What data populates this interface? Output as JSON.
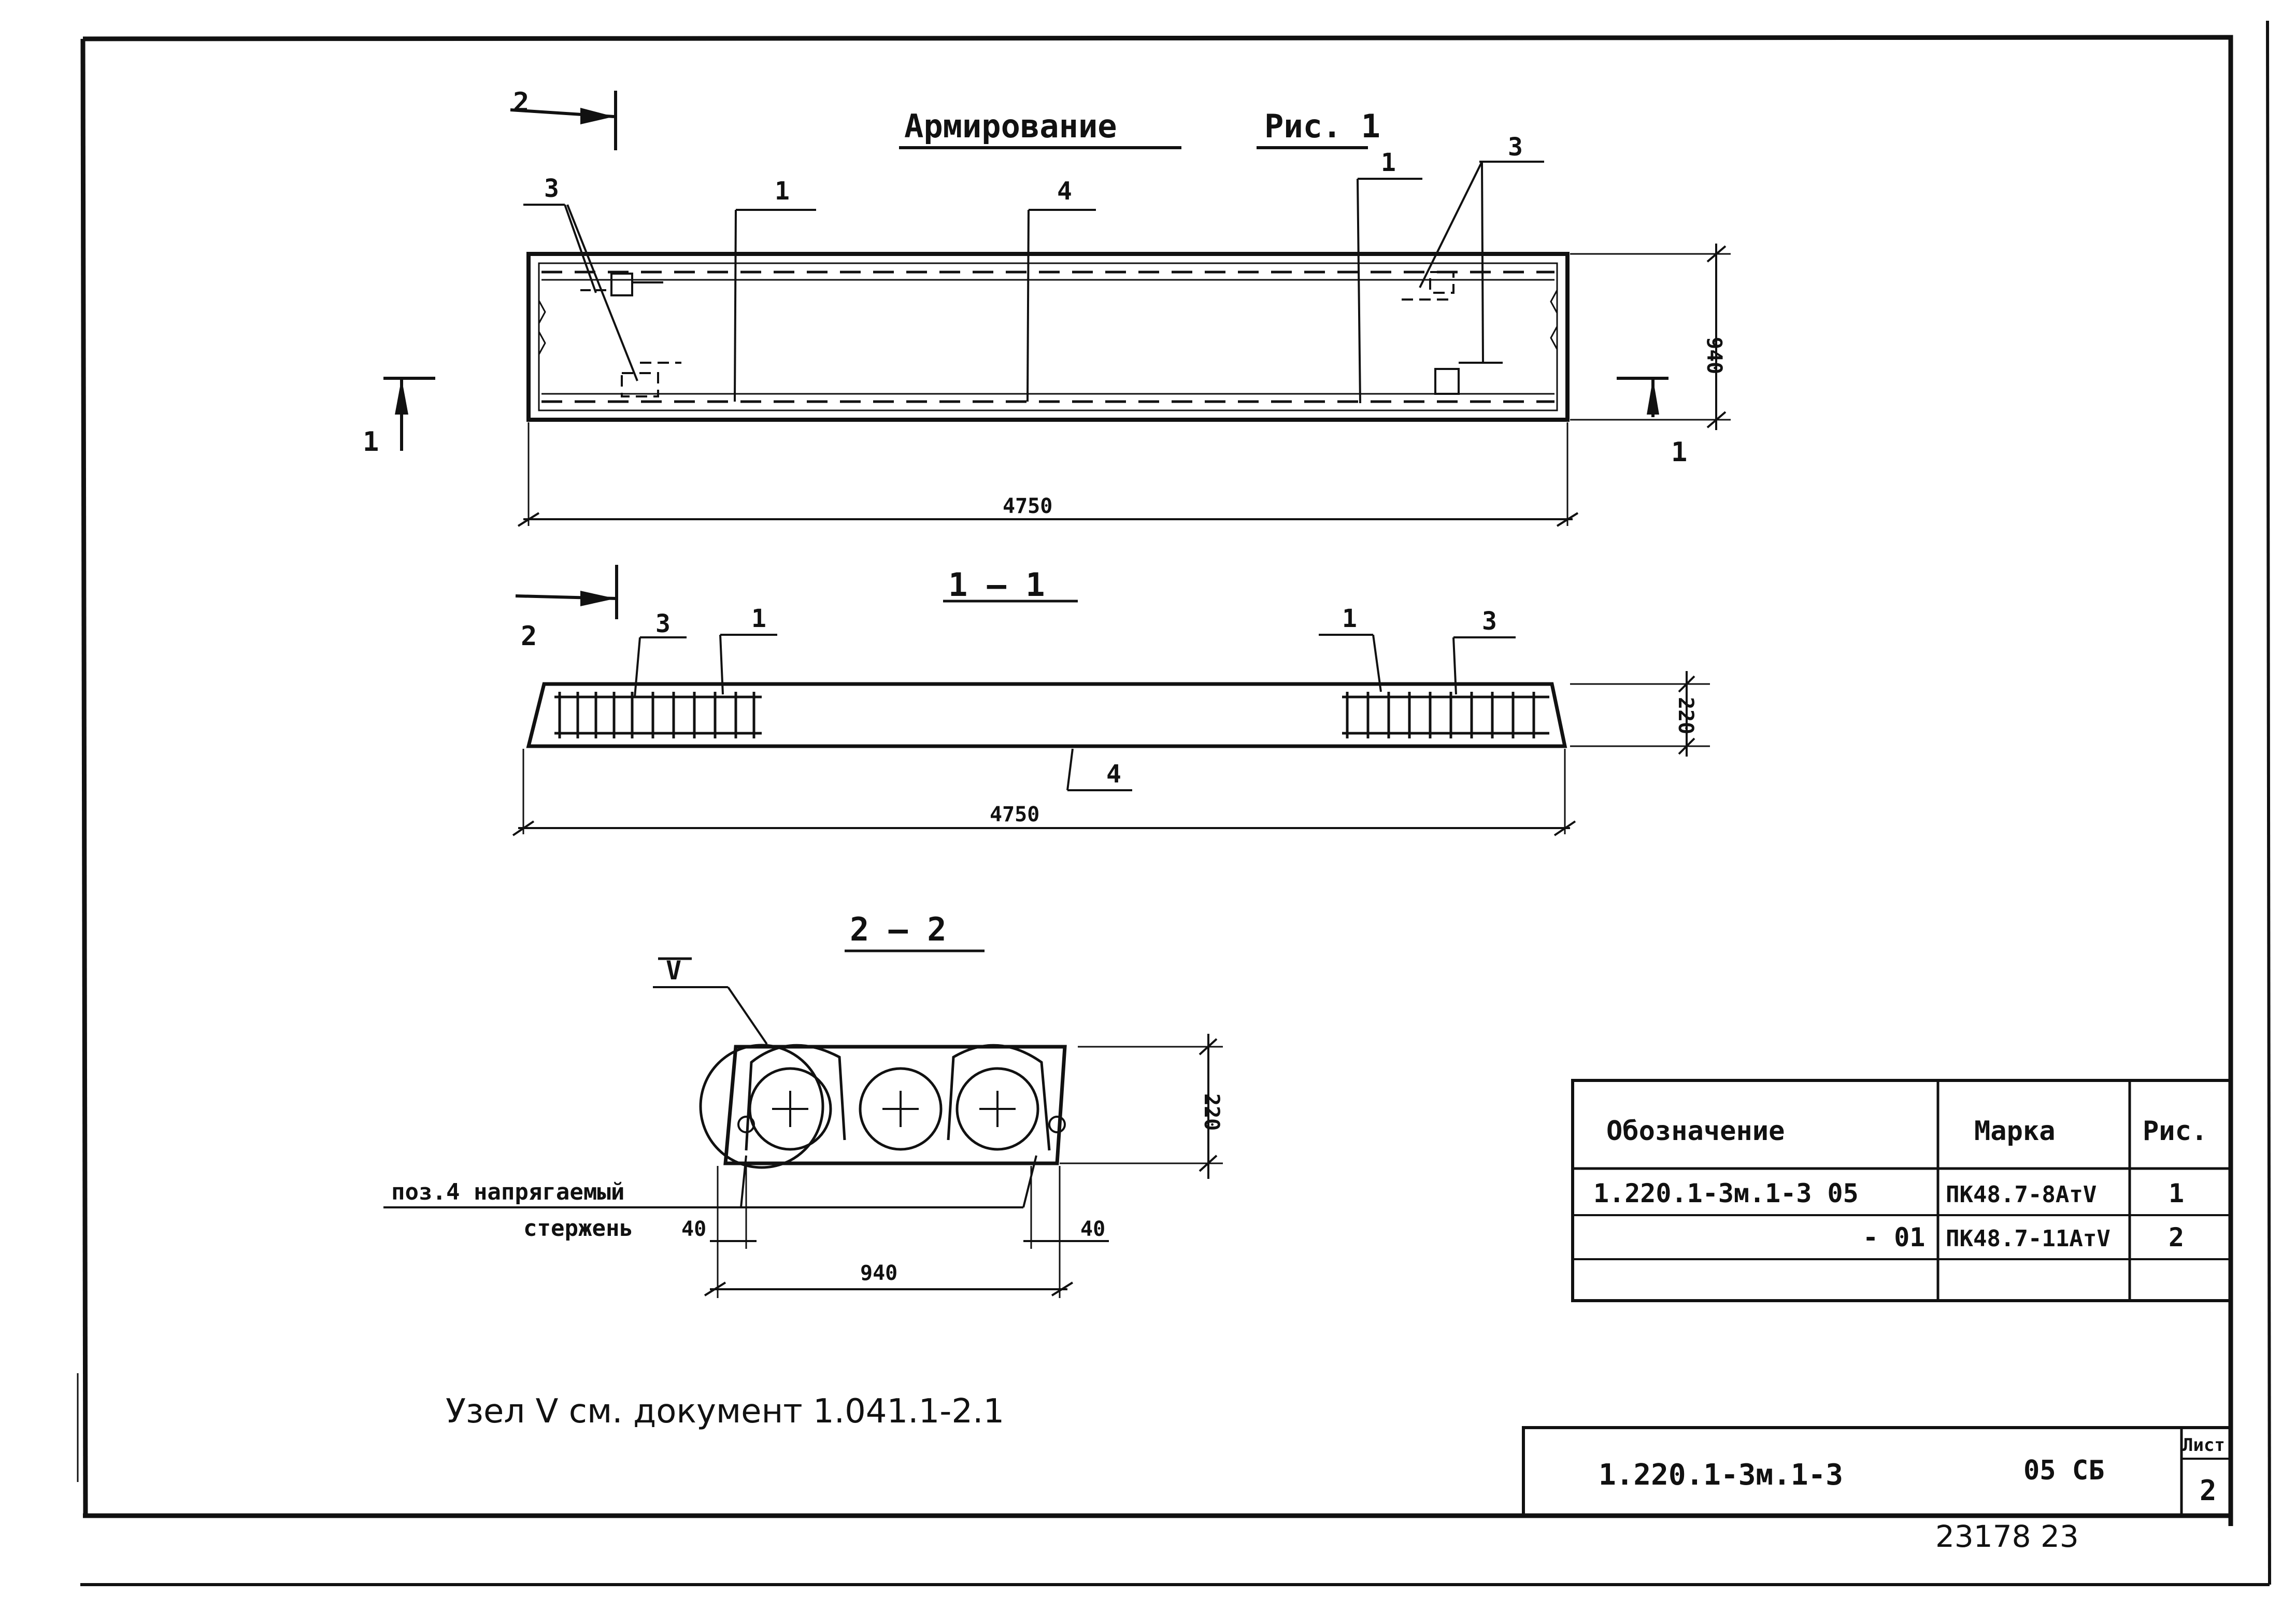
{
  "drawing": {
    "title": "Армирование",
    "fig_label": "Рис. 1",
    "section_1_1": "1 — 1",
    "section_2_2": "2 — 2",
    "dim_length_top": "4750",
    "dim_length_mid": "4750",
    "dim_width_top": "940",
    "dim_height_mid": "220",
    "dim_height_bottom": "220",
    "dim_width_bottom": "940",
    "dim_edge_left": "40",
    "dim_edge_right": "40",
    "callouts": {
      "pos_1": "1",
      "pos_3": "3",
      "pos_4": "4",
      "section_2": "2",
      "section_1": "1",
      "node_V": "V"
    },
    "tendon_note_line1": "поз.4 напрягаемый",
    "tendon_note_line2": "стержень",
    "node_note": "Узел V см. документ 1.041.1-2.1"
  },
  "table": {
    "headers": [
      "Обозначение",
      "Марка",
      "Рис."
    ],
    "rows": [
      [
        "1.220.1-3м.1-3 05",
        "ПК48.7-8АтV",
        "1"
      ],
      [
        "- 01",
        "ПК48.7-11АтV",
        "2"
      ],
      [
        "",
        "",
        ""
      ]
    ]
  },
  "title_block": {
    "code": "1.220.1-3м.1-3",
    "suffix": "05 СБ",
    "sheet_label": "Лист",
    "sheet_no": "2",
    "archive_no": "23178 23"
  }
}
